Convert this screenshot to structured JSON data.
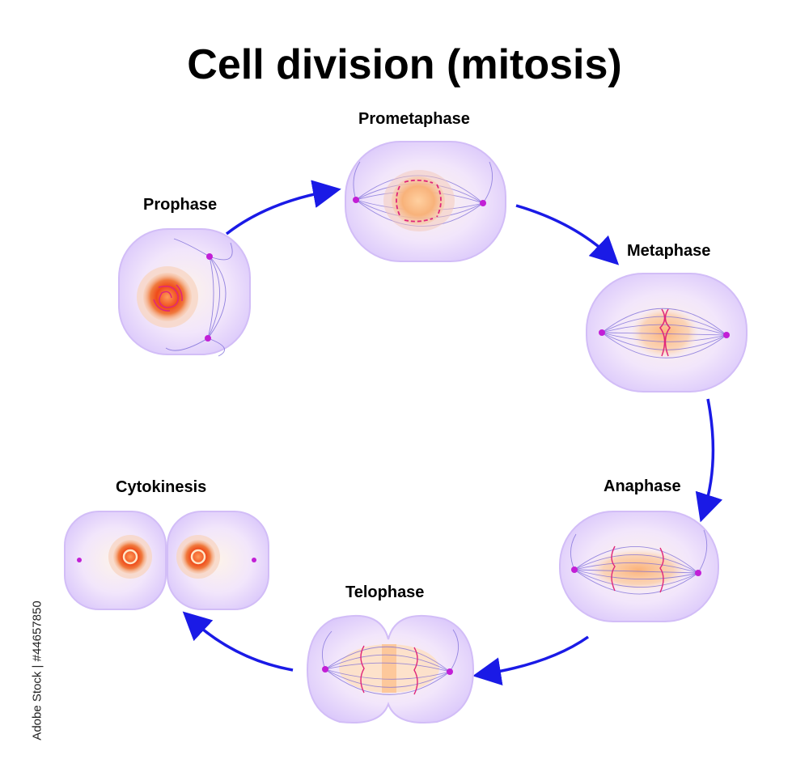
{
  "title": "Cell division (mitosis)",
  "stages": [
    {
      "key": "prophase",
      "label": "Prophase"
    },
    {
      "key": "prometaphase",
      "label": "Prometaphase"
    },
    {
      "key": "metaphase",
      "label": "Metaphase"
    },
    {
      "key": "anaphase",
      "label": "Anaphase"
    },
    {
      "key": "telophase",
      "label": "Telophase"
    },
    {
      "key": "cytokinesis",
      "label": "Cytokinesis"
    }
  ],
  "watermark": "Adobe Stock | #44657850",
  "colors": {
    "arrow": "#1a1ae6",
    "cell_fill": "#e9ddff",
    "cell_edge": "#c9b3f5",
    "spindle": "#7a6ad8",
    "centrosome": "#c21fd6",
    "chromosome": "#e0267a",
    "nucleus_outer": "#f7a35c",
    "nucleus_core": "#ef4a1a"
  }
}
